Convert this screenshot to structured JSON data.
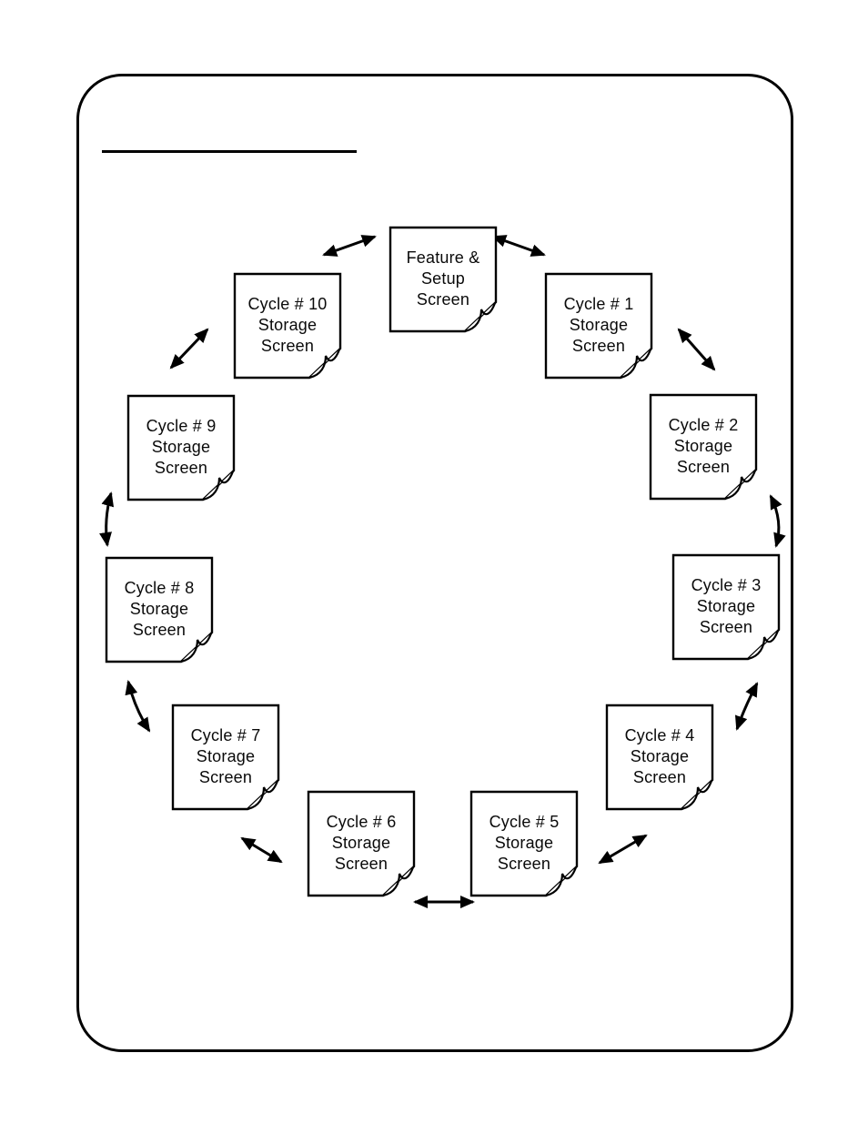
{
  "colors": {
    "ink": "#000000",
    "paper": "#ffffff"
  },
  "diagram": {
    "description_nodes": "navigation map of screens connected by two-way arrows",
    "nodes": [
      {
        "id": "feature-setup",
        "lines": [
          "Feature &",
          "Setup",
          "Screen"
        ]
      },
      {
        "id": "cycle-1",
        "lines": [
          "Cycle # 1",
          "Storage",
          "Screen"
        ]
      },
      {
        "id": "cycle-2",
        "lines": [
          "Cycle # 2",
          "Storage",
          "Screen"
        ]
      },
      {
        "id": "cycle-3",
        "lines": [
          "Cycle # 3",
          "Storage",
          "Screen"
        ]
      },
      {
        "id": "cycle-4",
        "lines": [
          "Cycle # 4",
          "Storage",
          "Screen"
        ]
      },
      {
        "id": "cycle-5",
        "lines": [
          "Cycle # 5",
          "Storage",
          "Screen"
        ]
      },
      {
        "id": "cycle-6",
        "lines": [
          "Cycle # 6",
          "Storage",
          "Screen"
        ]
      },
      {
        "id": "cycle-7",
        "lines": [
          "Cycle # 7",
          "Storage",
          "Screen"
        ]
      },
      {
        "id": "cycle-8",
        "lines": [
          "Cycle # 8",
          "Storage",
          "Screen"
        ]
      },
      {
        "id": "cycle-9",
        "lines": [
          "Cycle # 9",
          "Storage",
          "Screen"
        ]
      },
      {
        "id": "cycle-10",
        "lines": [
          "Cycle # 10",
          "Storage",
          "Screen"
        ]
      }
    ]
  }
}
